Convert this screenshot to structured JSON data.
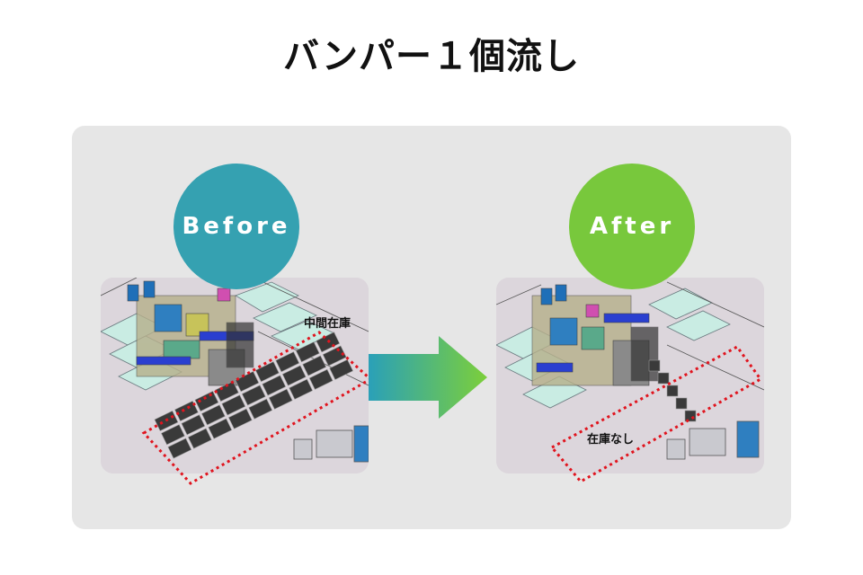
{
  "title": "バンパー１個流し",
  "before": {
    "label": "Before",
    "annotation": "中間在庫",
    "color": "#35a1b1"
  },
  "after": {
    "label": "After",
    "annotation": "在庫なし",
    "color": "#78c83c"
  },
  "colors": {
    "panel": "#e6e6e6",
    "highlight": "#e0141e",
    "arrow_start": "#2aa0b8",
    "arrow_end": "#7ccf3a"
  }
}
